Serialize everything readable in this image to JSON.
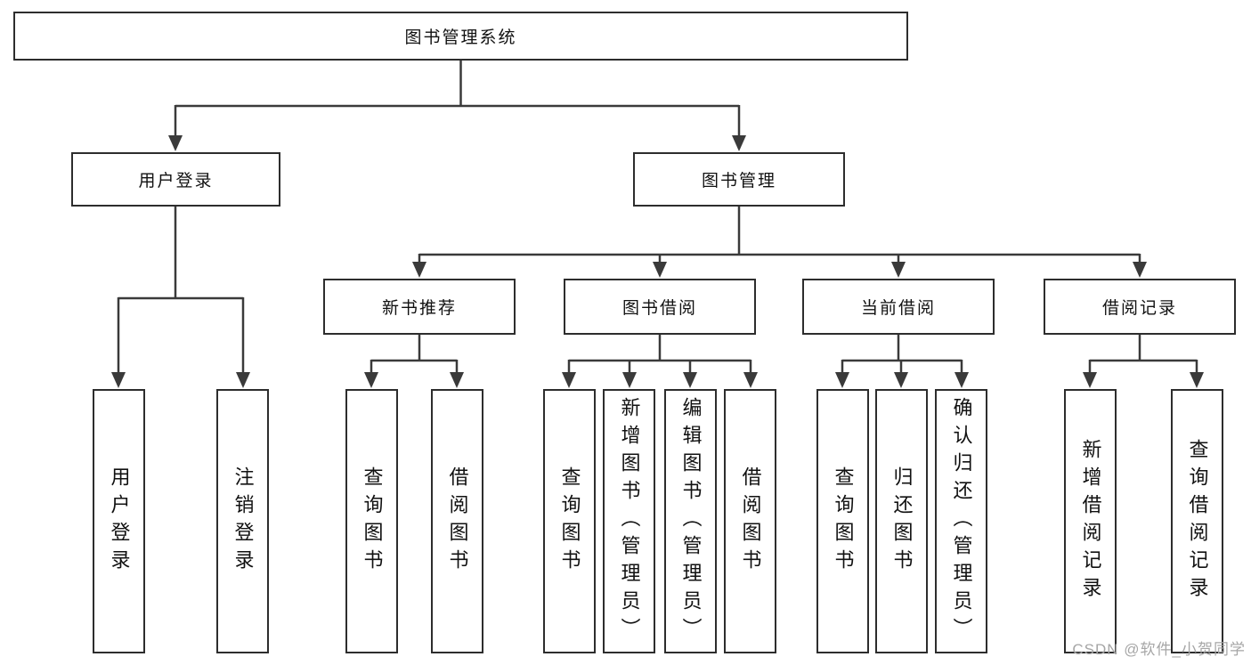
{
  "diagram": {
    "root": {
      "label": "图书管理系统"
    },
    "branches": {
      "user_login": {
        "label": "用户登录",
        "children": [
          "用户登录",
          "注销登录"
        ]
      },
      "book_management": {
        "label": "图书管理"
      }
    },
    "modules": [
      {
        "label": "新书推荐",
        "children": [
          "查询图书",
          "借阅图书"
        ]
      },
      {
        "label": "图书借阅",
        "children": [
          "查询图书",
          "新增图书（管理员）",
          "编辑图书（管理员）",
          "借阅图书"
        ]
      },
      {
        "label": "当前借阅",
        "children": [
          "查询图书",
          "归还图书",
          "确认归还（管理员）"
        ]
      },
      {
        "label": "借阅记录",
        "children": [
          "新增借阅记录",
          "查询借阅记录"
        ]
      }
    ],
    "watermark": "CSDN @软件_小贺同学",
    "colors": {
      "line": "#3a3a3a",
      "box_border": "#2d2d2d",
      "text": "#111111",
      "watermark": "#a6a6a6",
      "background": "#ffffff"
    }
  }
}
